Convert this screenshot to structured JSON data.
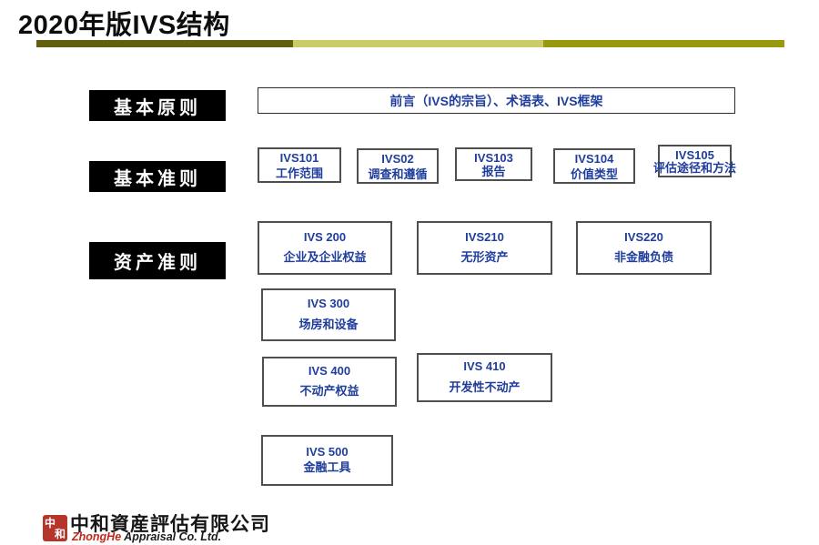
{
  "title": "2020年版IVS结构",
  "divider_colors": {
    "left_dark_olive": "#60600f",
    "middle_light": "#c9cc67",
    "right_olive": "#9a990e"
  },
  "categories": [
    {
      "label": "基本原则"
    },
    {
      "label": "基本准则"
    },
    {
      "label": "资产准则"
    }
  ],
  "intro_box": {
    "text": "前言（IVS的宗旨）、术语表、IVS框架"
  },
  "general_standards": [
    {
      "code": "IVS101",
      "name": "工作范围"
    },
    {
      "code": "IVS02",
      "name": "调查和遵循"
    },
    {
      "code": "IVS103",
      "name": "报告"
    },
    {
      "code": "IVS104",
      "name": "价值类型"
    },
    {
      "code": "IVS105",
      "name": "评估途径和方法"
    }
  ],
  "asset_standards": [
    {
      "code": "IVS 200",
      "name": "企业及企业权益"
    },
    {
      "code": "IVS210",
      "name": "无形资产"
    },
    {
      "code": "IVS220",
      "name": "非金融负债"
    },
    {
      "code": "IVS 300",
      "name": "场房和设备"
    },
    {
      "code": "IVS 400",
      "name": "不动产权益"
    },
    {
      "code": "IVS 410",
      "name": "开发性不动产"
    },
    {
      "code": "IVS 500",
      "name": "金融工具"
    }
  ],
  "footer": {
    "seal_char_top": "中",
    "seal_char_bottom": "和",
    "company_cn": "中和資産評估有限公司",
    "company_en_accent": "ZhongHe",
    "company_en_rest": " Appraisal Co. Ltd."
  },
  "colors": {
    "standard_text_blue": "#1f3d9c",
    "brand_red": "#b5352a",
    "title_black": "#0d0d0d"
  }
}
